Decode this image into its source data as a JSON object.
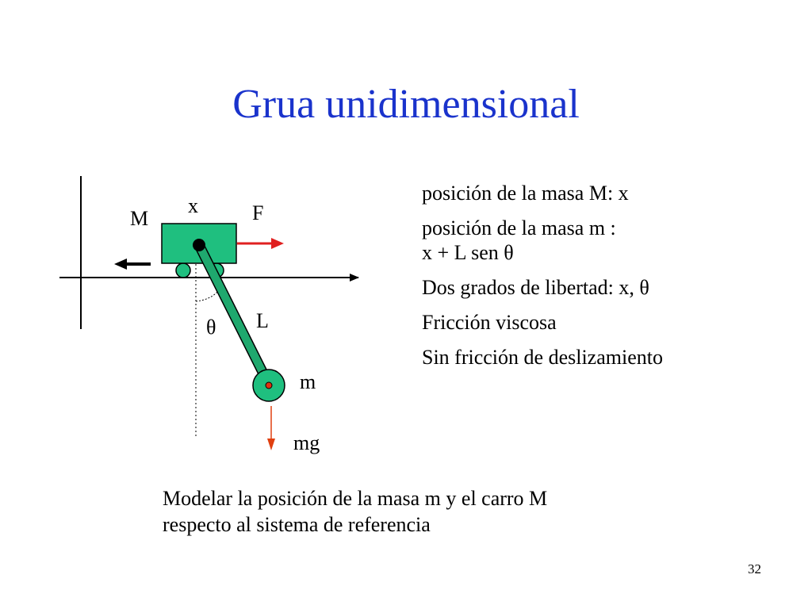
{
  "slide": {
    "title": "Grua unidimensional",
    "page_number": "32"
  },
  "diagram": {
    "labels": {
      "position": "x",
      "cart_mass": "M",
      "force": "F",
      "length": "L",
      "angle": "θ",
      "pendulum_mass": "m",
      "weight": "mg"
    },
    "colors": {
      "cart": "#1fbf7f",
      "rod": "#1fa86e",
      "force_arrow": "#e02020",
      "weight_arrow": "#e04010",
      "mass_dot": "#e03010",
      "axes": "#000000"
    }
  },
  "facts": [
    {
      "lines": [
        "posición de la masa M: x"
      ]
    },
    {
      "lines": [
        "posición de la masa m :",
        "x + L sen θ"
      ]
    },
    {
      "lines": [
        "Dos grados de libertad: x, θ"
      ]
    },
    {
      "lines": [
        "Fricción viscosa"
      ]
    },
    {
      "lines": [
        "Sin fricción de deslizamiento"
      ]
    }
  ],
  "task": {
    "lines": [
      "Modelar la posición de la masa m y el carro M",
      "respecto al sistema de referencia"
    ]
  }
}
